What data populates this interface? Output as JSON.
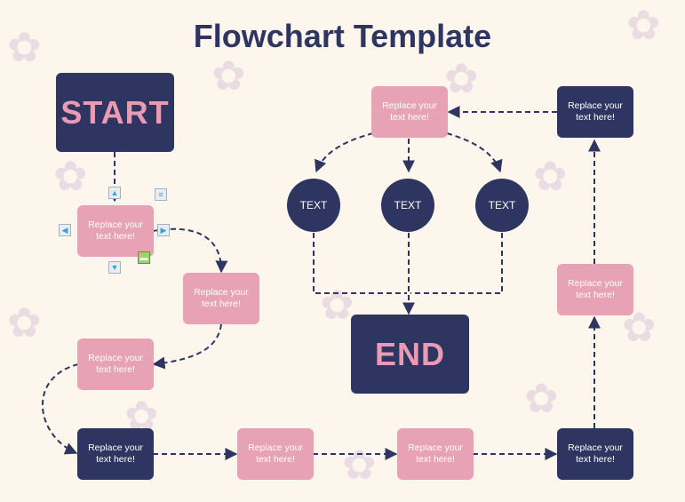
{
  "title": "Flowchart Template",
  "nodes": {
    "start": "START",
    "end": "END",
    "n1": "Replace your text here!",
    "n2": "Replace your text here!",
    "n3": "Replace your text here!",
    "n4": "Replace your text here!",
    "n5": "Replace your text here!",
    "n6": "Replace your text here!",
    "n7": "Replace your text here!",
    "n8": "Replace your text here!",
    "n9": "Replace your text here!",
    "n10": "Replace your text here!",
    "c1": "TEXT",
    "c2": "TEXT",
    "c3": "TEXT"
  },
  "colors": {
    "navy": "#2e3560",
    "pink": "#e8a2b6",
    "background": "#fdf6ec"
  },
  "selection_handles": [
    "triangle-up-icon",
    "menu-icon",
    "triangle-left-icon",
    "triangle-right-icon",
    "triangle-down-icon",
    "minus-icon"
  ]
}
